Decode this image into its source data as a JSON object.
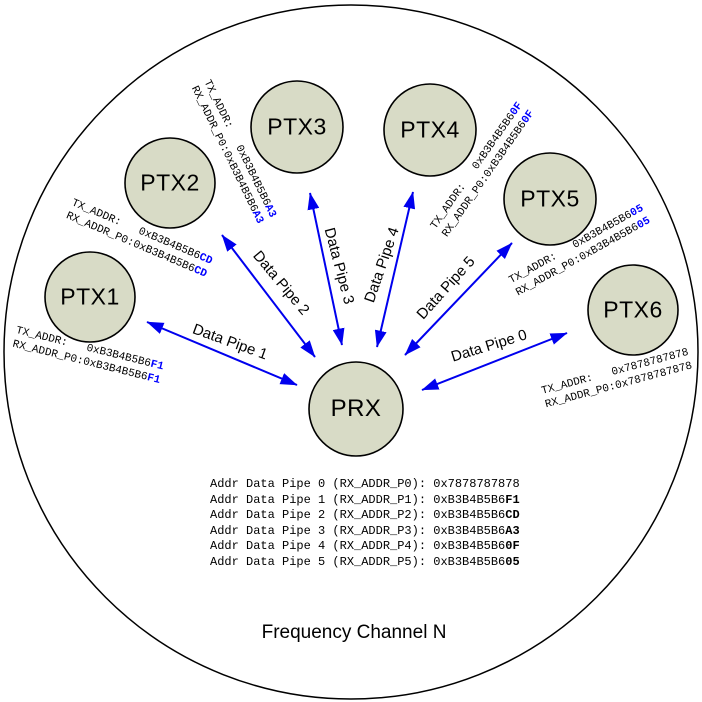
{
  "diagram": {
    "frequency_label": "Frequency Channel N",
    "center_node": {
      "id": "prx",
      "label": "PRX"
    },
    "nodes": [
      {
        "id": "ptx1",
        "label": "PTX1",
        "tx_line_prefix": "TX_ADDR:   ",
        "rx_line_prefix": "RX_ADDR_P0:",
        "addr_base": "0xB3B4B5B6",
        "addr_suffix": "F1"
      },
      {
        "id": "ptx2",
        "label": "PTX2",
        "tx_line_prefix": "TX_ADDR:   ",
        "rx_line_prefix": "RX_ADDR_P0:",
        "addr_base": "0xB3B4B5B6",
        "addr_suffix": "CD"
      },
      {
        "id": "ptx3",
        "label": "PTX3",
        "tx_line_prefix": "TX_ADDR:   ",
        "rx_line_prefix": "RX_ADDR_P0:",
        "addr_base": "0xB3B4B5B6",
        "addr_suffix": "A3"
      },
      {
        "id": "ptx4",
        "label": "PTX4",
        "tx_line_prefix": "TX_ADDR:   ",
        "rx_line_prefix": "RX_ADDR_P0:",
        "addr_base": "0xB3B4B5B6",
        "addr_suffix": "0F"
      },
      {
        "id": "ptx5",
        "label": "PTX5",
        "tx_line_prefix": "TX_ADDR:   ",
        "rx_line_prefix": "RX_ADDR_P0:",
        "addr_base": "0xB3B4B5B6",
        "addr_suffix": "05"
      },
      {
        "id": "ptx6",
        "label": "PTX6",
        "tx_line_prefix": "TX_ADDR:   ",
        "rx_line_prefix": "RX_ADDR_P0:",
        "addr_base": "0x7878787878",
        "addr_suffix": ""
      }
    ],
    "pipes": [
      {
        "id": "pipe1",
        "label": "Data Pipe 1"
      },
      {
        "id": "pipe2",
        "label": "Data Pipe 2"
      },
      {
        "id": "pipe3",
        "label": "Data Pipe 3"
      },
      {
        "id": "pipe4",
        "label": "Data Pipe 4"
      },
      {
        "id": "pipe5",
        "label": "Data Pipe 5"
      },
      {
        "id": "pipe0",
        "label": "Data Pipe 0"
      }
    ],
    "address_table": [
      {
        "label": "Addr Data Pipe 0 (RX_ADDR_P0): ",
        "base": "0x7878787878",
        "suffix": ""
      },
      {
        "label": "Addr Data Pipe 1 (RX_ADDR_P1): ",
        "base": "0xB3B4B5B6",
        "suffix": "F1"
      },
      {
        "label": "Addr Data Pipe 2 (RX_ADDR_P2): ",
        "base": "0xB3B4B5B6",
        "suffix": "CD"
      },
      {
        "label": "Addr Data Pipe 3 (RX_ADDR_P3): ",
        "base": "0xB3B4B5B6",
        "suffix": "A3"
      },
      {
        "label": "Addr Data Pipe 4 (RX_ADDR_P4): ",
        "base": "0xB3B4B5B6",
        "suffix": "0F"
      },
      {
        "label": "Addr Data Pipe 5 (RX_ADDR_P5): ",
        "base": "0xB3B4B5B6",
        "suffix": "05"
      }
    ],
    "colors": {
      "node_fill": "#d8dbc6",
      "node_stroke": "#000000",
      "arrow_blue": "#0000ee",
      "highlight_blue": "#0000ff"
    }
  }
}
